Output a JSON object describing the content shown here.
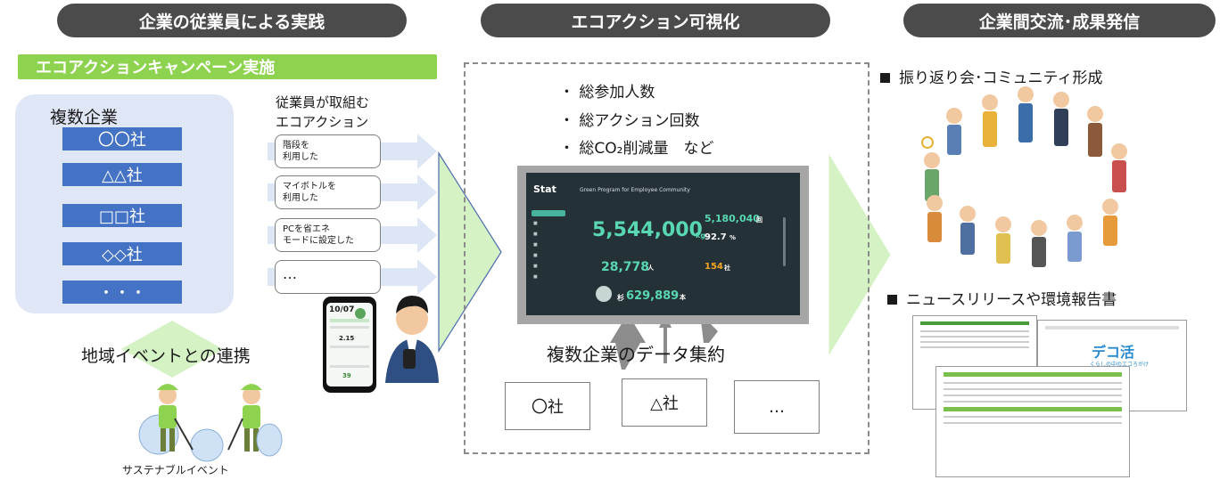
{
  "headers": {
    "left": "企業の従業員による実践",
    "center": "エコアクション可視化",
    "right": "企業間交流･成果発信"
  },
  "campaign": "エコアクションキャンペーン実施",
  "companies": {
    "title": "複数企業",
    "items": [
      "〇〇社",
      "△△社",
      "□□社",
      "◇◇社",
      "・・・"
    ]
  },
  "employee_caption": [
    "従業員が取組む",
    "エコアクション"
  ],
  "actions": [
    [
      "階段を",
      "利用した"
    ],
    [
      "マイボトルを",
      "利用した"
    ],
    [
      "PCを省エネ",
      "モードに設定した"
    ],
    [
      "…"
    ]
  ],
  "region_event": "地域イベントとの連携",
  "sustainable_event": "サステナブルイベント",
  "metrics": [
    "・ 総参加人数",
    "・ 総アクション回数",
    "・ 総CO₂削減量　など"
  ],
  "dashboard": {
    "logo": "Stat",
    "subtitle": "Green Program for Employee  Community",
    "main_value": "5,544,000",
    "main_unit": "kg",
    "actions_value": "5,180,040",
    "actions_unit": "回",
    "rate_value": "92.7",
    "rate_unit": "%",
    "participants_value": "28,778",
    "participants_unit": "人",
    "companies_value": "154",
    "companies_unit": "社",
    "trees_prefix": "杉",
    "trees_value": "629,889",
    "trees_unit": "本"
  },
  "phone": {
    "date": "10/07",
    "value_1": "2.15",
    "value_2": "39"
  },
  "data_caption": "複数企業のデータ集約",
  "company_boxes": [
    "〇社",
    "△社",
    "…"
  ],
  "right_items": [
    "振り返り会･コミュニティ形成",
    "ニュースリリースや環境報告書"
  ],
  "report": {
    "title": "デコ活",
    "tagline": "くらしの中のエコろがけ"
  },
  "colors": {
    "header_bg": "#4b4b4b",
    "campaign_green": "#8ed34f",
    "company_blue": "#4472c4",
    "panel_lavender": "#dfe6f5",
    "arrow_green": "#d4f2c4",
    "arrow_blue": "#dce6f4",
    "dashboard_bg": "#243237",
    "value_teal": "#59d7b3",
    "value_orange": "#f5a524"
  }
}
